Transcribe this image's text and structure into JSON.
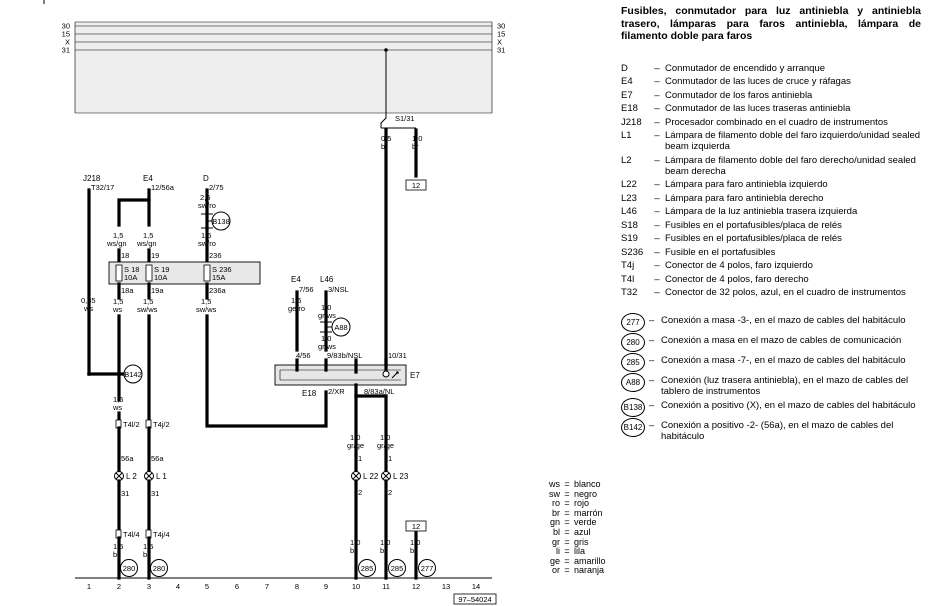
{
  "title": "Fusibles, conmutador para luz antiniebla y antiniebla trasero, lámparas para faros antiniebla, lámpara de filamento doble para faros",
  "components": [
    {
      "code": "D",
      "desc": "Conmutador de encendido y arranque"
    },
    {
      "code": "E4",
      "desc": "Conmutador de las luces de cruce y ráfagas"
    },
    {
      "code": "E7",
      "desc": "Conmutador de los faros antiniebla"
    },
    {
      "code": "E18",
      "desc": "Conmutador de las luces traseras antiniebla"
    },
    {
      "code": "J218",
      "desc": "Procesador combinado en el cuadro de instrumentos"
    },
    {
      "code": "L1",
      "desc": "Lámpara de filamento doble del faro izquierdo/unidad sealed beam izquierda"
    },
    {
      "code": "L2",
      "desc": "Lámpara de filamento doble del faro derecho/unidad sealed beam derecha"
    },
    {
      "code": "L22",
      "desc": "Lámpara para faro antiniebla izquierdo"
    },
    {
      "code": "L23",
      "desc": "Lámpara para faro antiniebla derecho"
    },
    {
      "code": "L46",
      "desc": "Lámpara de la luz antiniebla trasera izquierda"
    },
    {
      "code": "S18",
      "desc": "Fusibles en el portafusibles/placa de relés"
    },
    {
      "code": "S19",
      "desc": "Fusibles en el portafusibles/placa de relés"
    },
    {
      "code": "S236",
      "desc": "Fusible en el portafusibles"
    },
    {
      "code": "T4j",
      "desc": "Conector de 4 polos, faro izquierdo"
    },
    {
      "code": "T4l",
      "desc": "Conector de 4 polos, faro derecho"
    },
    {
      "code": "T32",
      "desc": "Conector de 32 polos, azul, en el cuadro de instrumentos"
    }
  ],
  "connections": [
    {
      "code": "277",
      "desc": "Conexión a masa -3-, en el mazo de cables del habitáculo"
    },
    {
      "code": "280",
      "desc": "Conexión a masa en el mazo de cables de comunicación"
    },
    {
      "code": "285",
      "desc": "Conexión a masa -7-, en el mazo de cables del habitáculo"
    },
    {
      "code": "A88",
      "desc": "Conexión (luz trasera antiniebla), en el mazo de cables del tablero de instrumentos"
    },
    {
      "code": "B138",
      "desc": "Conexión a positivo (X), en el mazo de cables del habitáculo"
    },
    {
      "code": "B142",
      "desc": "Conexión a positivo -2- (56a), en el mazo de cables del habitáculo"
    }
  ],
  "wire_colors": [
    {
      "code": "ws",
      "name": "blanco"
    },
    {
      "code": "sw",
      "name": "negro"
    },
    {
      "code": "ro",
      "name": "rojo"
    },
    {
      "code": "br",
      "name": "marrón"
    },
    {
      "code": "gn",
      "name": "verde"
    },
    {
      "code": "bl",
      "name": "azul"
    },
    {
      "code": "gr",
      "name": "gris"
    },
    {
      "code": "li",
      "name": "lila"
    },
    {
      "code": "ge",
      "name": "amarillo"
    },
    {
      "code": "or",
      "name": "naranja"
    }
  ],
  "diagram": {
    "rails": {
      "top": [
        "30",
        "15",
        "X",
        "31"
      ],
      "right": [
        "30",
        "15",
        "X",
        "31"
      ]
    },
    "labels": {
      "j218": "J218",
      "t32": "T32/17",
      "e4": "E4",
      "e4pin": "12/56a",
      "d": "D",
      "dpin": "2/75",
      "e4b": "E4",
      "e4bpin": "7/56",
      "l46": "L46",
      "l46pin": "3/NSL",
      "e7": "E7",
      "e18": "E18",
      "s131": "S1/31",
      "s18": "S 18",
      "s18r": "10A",
      "s19": "S 19",
      "s19r": "10A",
      "s236": "S 236",
      "s236r": "15A",
      "p18": "18",
      "p19": "19",
      "p236": "236",
      "p18a": "18a",
      "p19a": "19a",
      "p236a": "236a",
      "p456": "4/56",
      "p983": "9/83b/NSL",
      "p1031": "10/31",
      "p2xr": "2/XR",
      "p883": "8/83a/NL",
      "l2": "L 2",
      "l1": "L 1",
      "l22": "L 22",
      "l23": "L 23",
      "t4l2": "T4l/2",
      "t4j2": "T4j/2",
      "t4l4": "T4l/4",
      "t4j4": "T4j/4",
      "n56a": "56a",
      "n31": "31",
      "n1": "1",
      "n2": "2",
      "n12": "12",
      "doc_id": "97–54024"
    },
    "wires": {
      "w15wsgn": "1,5",
      "c_wsgn": "ws/gn",
      "c_swro": "sw/ro",
      "v25": "2,5",
      "v15": "1,5",
      "v05": "0,5",
      "v10": "1,0",
      "v035": "0,35",
      "c_ws": "ws",
      "c_swws": "sw/ws",
      "c_br": "br",
      "c_gero": "ge/ro",
      "c_grws": "gr/ws",
      "c_grge": "gr/ge"
    },
    "connectors": {
      "b138": "B138",
      "b142": "B142",
      "a88": "A88",
      "c280": "280",
      "c285": "285",
      "c277": "277"
    },
    "columns": [
      "1",
      "2",
      "3",
      "4",
      "5",
      "6",
      "7",
      "8",
      "9",
      "10",
      "11",
      "12",
      "13",
      "14"
    ]
  }
}
